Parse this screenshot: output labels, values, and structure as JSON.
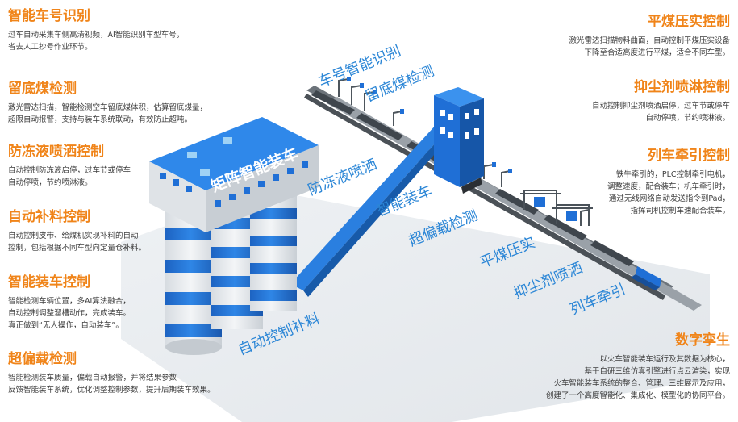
{
  "left_panels": [
    {
      "title": "智能车号识别",
      "lines": [
        "过车自动采集车侧高清视频，AI智能识别车型车号，",
        "省去人工抄号作业环节。"
      ]
    },
    {
      "title": "留底煤检测",
      "lines": [
        "激光雷达扫描，智能检测空车留底煤体积，估算留底煤量，",
        "超限自动报警，支持与装车系统联动，有效防止超吨。"
      ]
    },
    {
      "title": "防冻液喷洒控制",
      "lines": [
        "自动控制防冻液启停，过车节或停车",
        "自动停喷，节约喷淋液。"
      ]
    },
    {
      "title": "自动补料控制",
      "lines": [
        "自动控制皮带、给煤机实现补料的自动",
        "控制，包括根据不同车型向定量仓补料。"
      ]
    },
    {
      "title": "智能装车控制",
      "lines": [
        "智能检测车辆位置，多AI算法融合，",
        "自动控制调整溜槽动作，完成装车。",
        "真正做到“无人操作，自动装车”。"
      ]
    },
    {
      "title": "超偏载检测",
      "lines": [
        "智能检测装车质量，偏载自动报警，并将结果参数",
        "反馈智能装车系统，优化调整控制参数，提升后期装车效果。"
      ]
    }
  ],
  "right_panels": [
    {
      "title": "平煤压实控制",
      "lines": [
        "激光雷达扫描物料曲面，自动控制平煤压实设备",
        "下降至合适高度进行平煤，适合不同车型。"
      ]
    },
    {
      "title": "抑尘剂喷淋控制",
      "lines": [
        "自动控制抑尘剂喷洒启停，过车节或停车",
        "自动停喷，节约喷淋液。"
      ]
    },
    {
      "title": "列车牵引控制",
      "lines": [
        "铁牛牵引的，PLC控制牵引电机，",
        "调整速度，配合装车；机车牵引时，",
        "通过无线网络自动发送指令到Pad，",
        "指挥司机控制车速配合装车。"
      ]
    },
    {
      "title": "数字孪生",
      "lines": [
        "以火车智能装车运行及其数据为核心，",
        "基于自研三维仿真引擎进行点云渲染，实现",
        "火车智能装车系统的整合、管理、三维展示及应用，",
        "创建了一个高度智能化、集成化、模型化的协同平台。"
      ]
    }
  ],
  "scene_labels": {
    "car_number": "车号智能识别",
    "residual_coal": "留底煤检测",
    "antifreeze": "防冻液喷洒",
    "smart_loading": "智能装车",
    "overload": "超偏载检测",
    "leveling": "平煤压实",
    "dust": "抑尘剂喷洒",
    "traction": "列车牵引",
    "replenish": "自动控制补料",
    "roof": "矩阵智能装车"
  },
  "colors": {
    "title_orange": "#f08419",
    "desc_gray": "#3c3c3c",
    "label_blue": "#2b86d6",
    "structure_blue": "#1f6fd6",
    "silo_light": "#e4e8ec"
  }
}
